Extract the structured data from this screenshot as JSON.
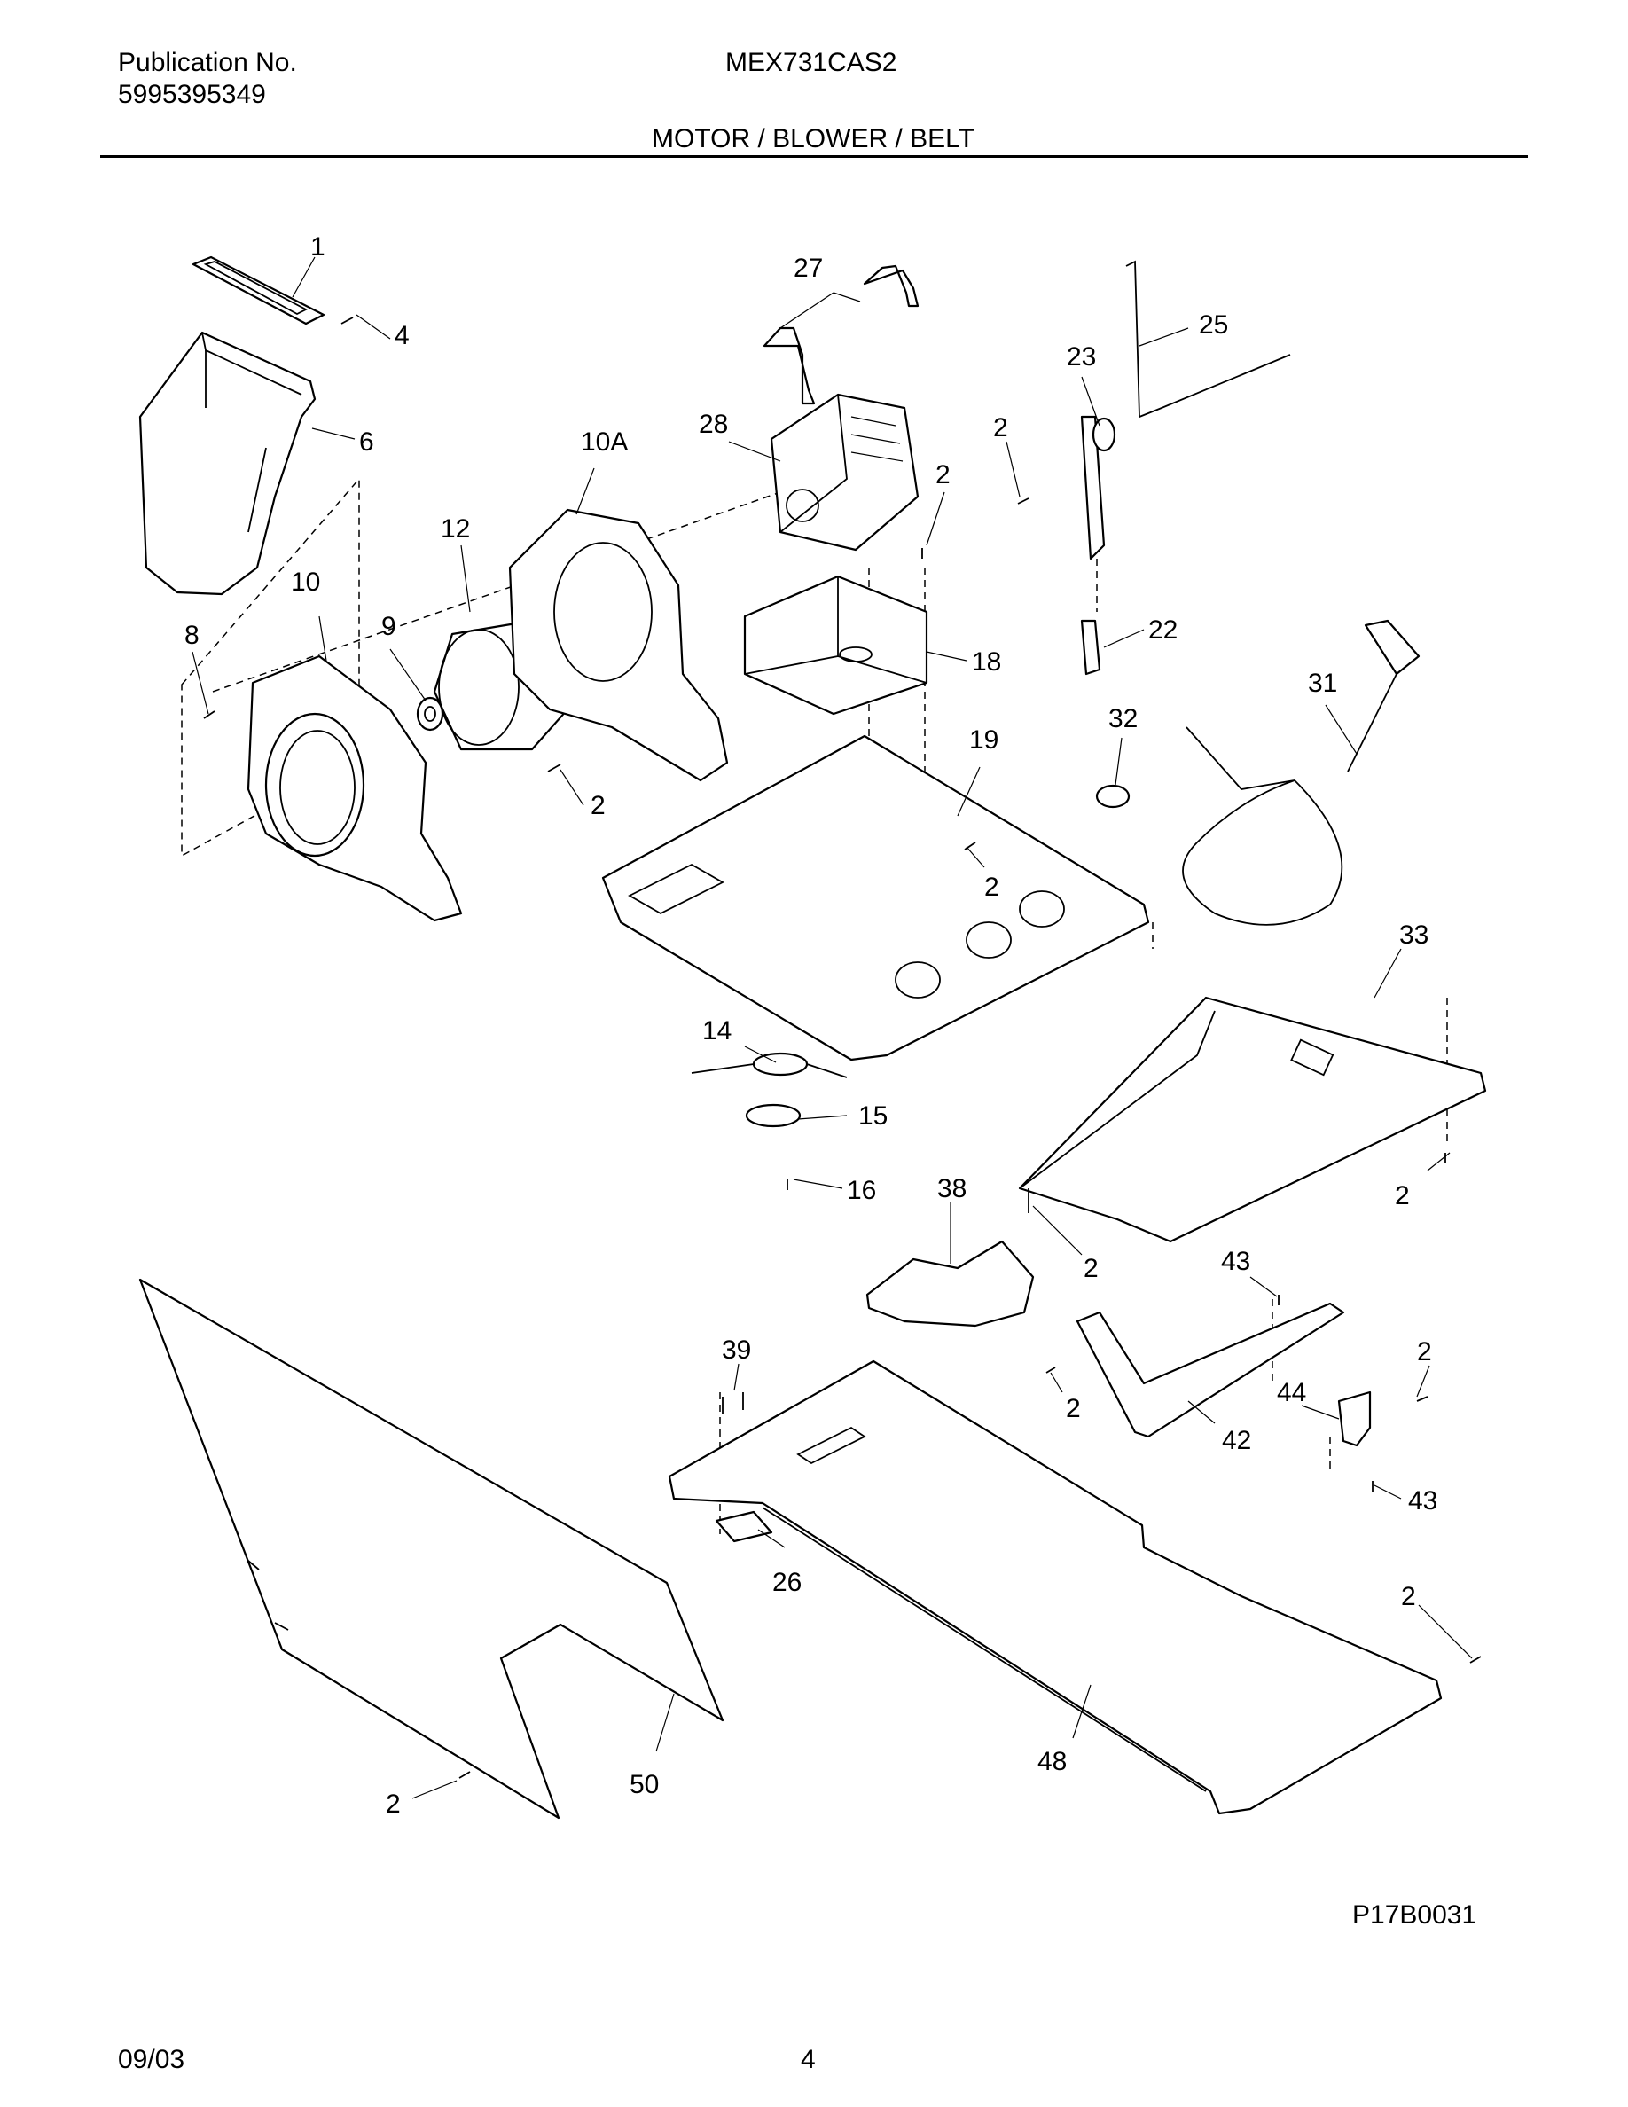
{
  "header": {
    "publication_label": "Publication No.",
    "publication_number": "5995395349",
    "model": "MEX731CAS2",
    "section_title": "MOTOR / BLOWER / BELT"
  },
  "callouts": [
    "1",
    "4",
    "6",
    "10A",
    "12",
    "10",
    "9",
    "8",
    "2",
    "27",
    "28",
    "2",
    "2",
    "18",
    "19",
    "2",
    "23",
    "25",
    "22",
    "32",
    "31",
    "14",
    "15",
    "16",
    "33",
    "2",
    "38",
    "2",
    "43",
    "39",
    "2",
    "2",
    "44",
    "42",
    "43",
    "26",
    "2",
    "48",
    "50",
    "2"
  ],
  "footer": {
    "drawing_code": "P17B0031",
    "date": "09/03",
    "page": "4"
  }
}
